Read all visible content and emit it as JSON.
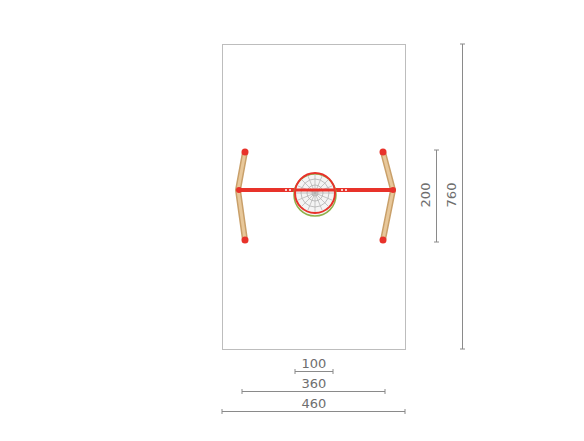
{
  "diagram": {
    "labels": [
      "100",
      "360",
      "460",
      "200",
      "760"
    ]
  }
}
